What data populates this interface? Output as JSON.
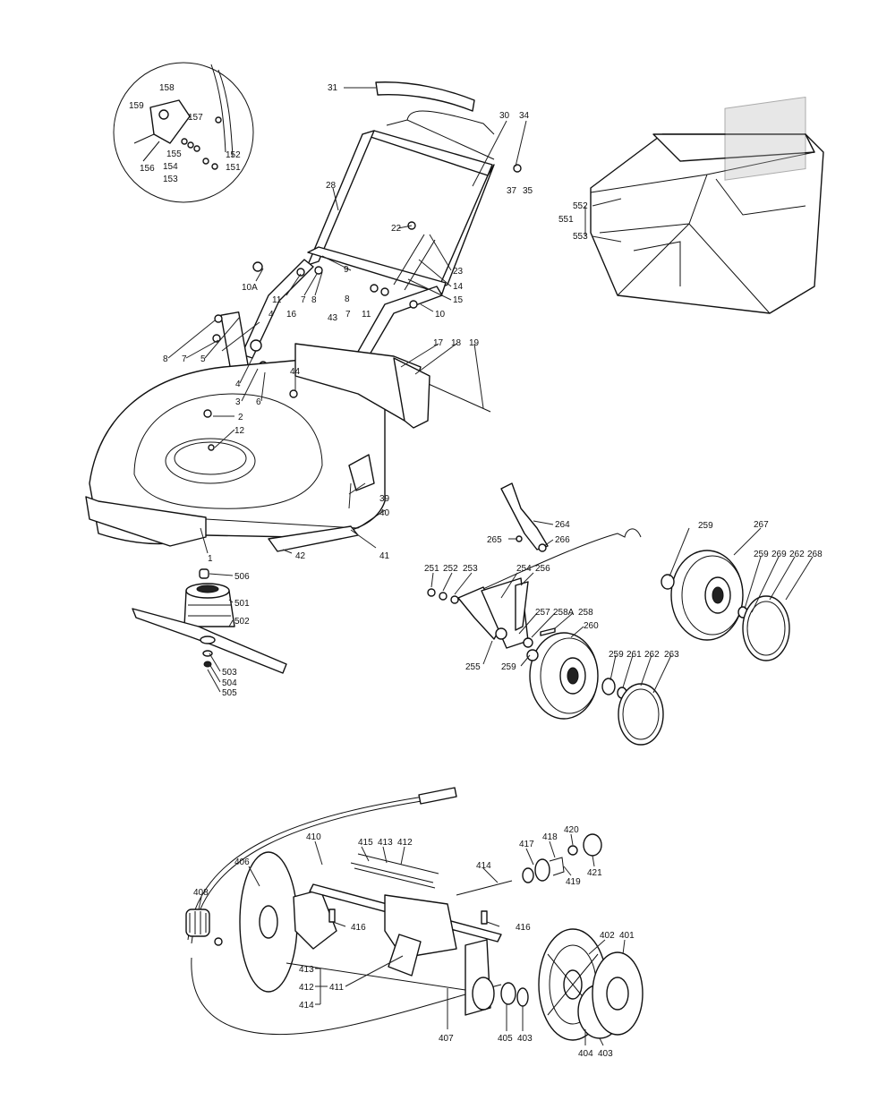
{
  "labels": {
    "l31": "31",
    "l30": "30",
    "l34": "34",
    "l37": "37",
    "l35": "35",
    "l158": "158",
    "l159": "159",
    "l157": "157",
    "l155": "155",
    "l156": "156",
    "l154": "154",
    "l153": "153",
    "l152": "152",
    "l151": "151",
    "l28": "28",
    "l22": "22",
    "l23": "23",
    "l14": "14",
    "l15": "15",
    "l10": "10",
    "l9": "9",
    "l10a": "10A",
    "l11a": "11",
    "l7a": "7",
    "l8a": "8",
    "l8b": "8",
    "l7b": "7",
    "l11b": "11",
    "l43": "43",
    "l16": "16",
    "l4a": "4",
    "l8c": "8",
    "l7c": "7",
    "l5": "5",
    "l4b": "4",
    "l3": "3",
    "l6": "6",
    "l44": "44",
    "l2": "2",
    "l12": "12",
    "l17": "17",
    "l18": "18",
    "l19": "19",
    "l39": "39",
    "l40": "40",
    "l41": "41",
    "l42": "42",
    "l1": "1",
    "l552": "552",
    "l551": "551",
    "l553": "553",
    "l506": "506",
    "l501": "501",
    "l502": "502",
    "l503": "503",
    "l504": "504",
    "l505": "505",
    "l264": "264",
    "l265": "265",
    "l266": "266",
    "l251": "251",
    "l252": "252",
    "l253": "253",
    "l254": "254",
    "l256": "256",
    "l257": "257",
    "l258a": "258A",
    "l258": "258",
    "l260": "260",
    "l255": "255",
    "l259a": "259",
    "l259b": "259",
    "l261": "261",
    "l262a": "262",
    "l263": "263",
    "l259c": "259",
    "l267": "267",
    "l259d": "259",
    "l269": "269",
    "l262b": "262",
    "l268": "268",
    "l410": "410",
    "l415": "415",
    "l413a": "413",
    "l412a": "412",
    "l417": "417",
    "l418": "418",
    "l420": "420",
    "l421": "421",
    "l419": "419",
    "l414a": "414",
    "l416a": "416",
    "l416b": "416",
    "l406": "406",
    "l408": "408",
    "l413b": "413",
    "l412b": "412",
    "l411": "411",
    "l414b": "414",
    "l407": "407",
    "l402": "402",
    "l401": "401",
    "l405": "405",
    "l403a": "403",
    "l404": "404",
    "l403b": "403"
  }
}
